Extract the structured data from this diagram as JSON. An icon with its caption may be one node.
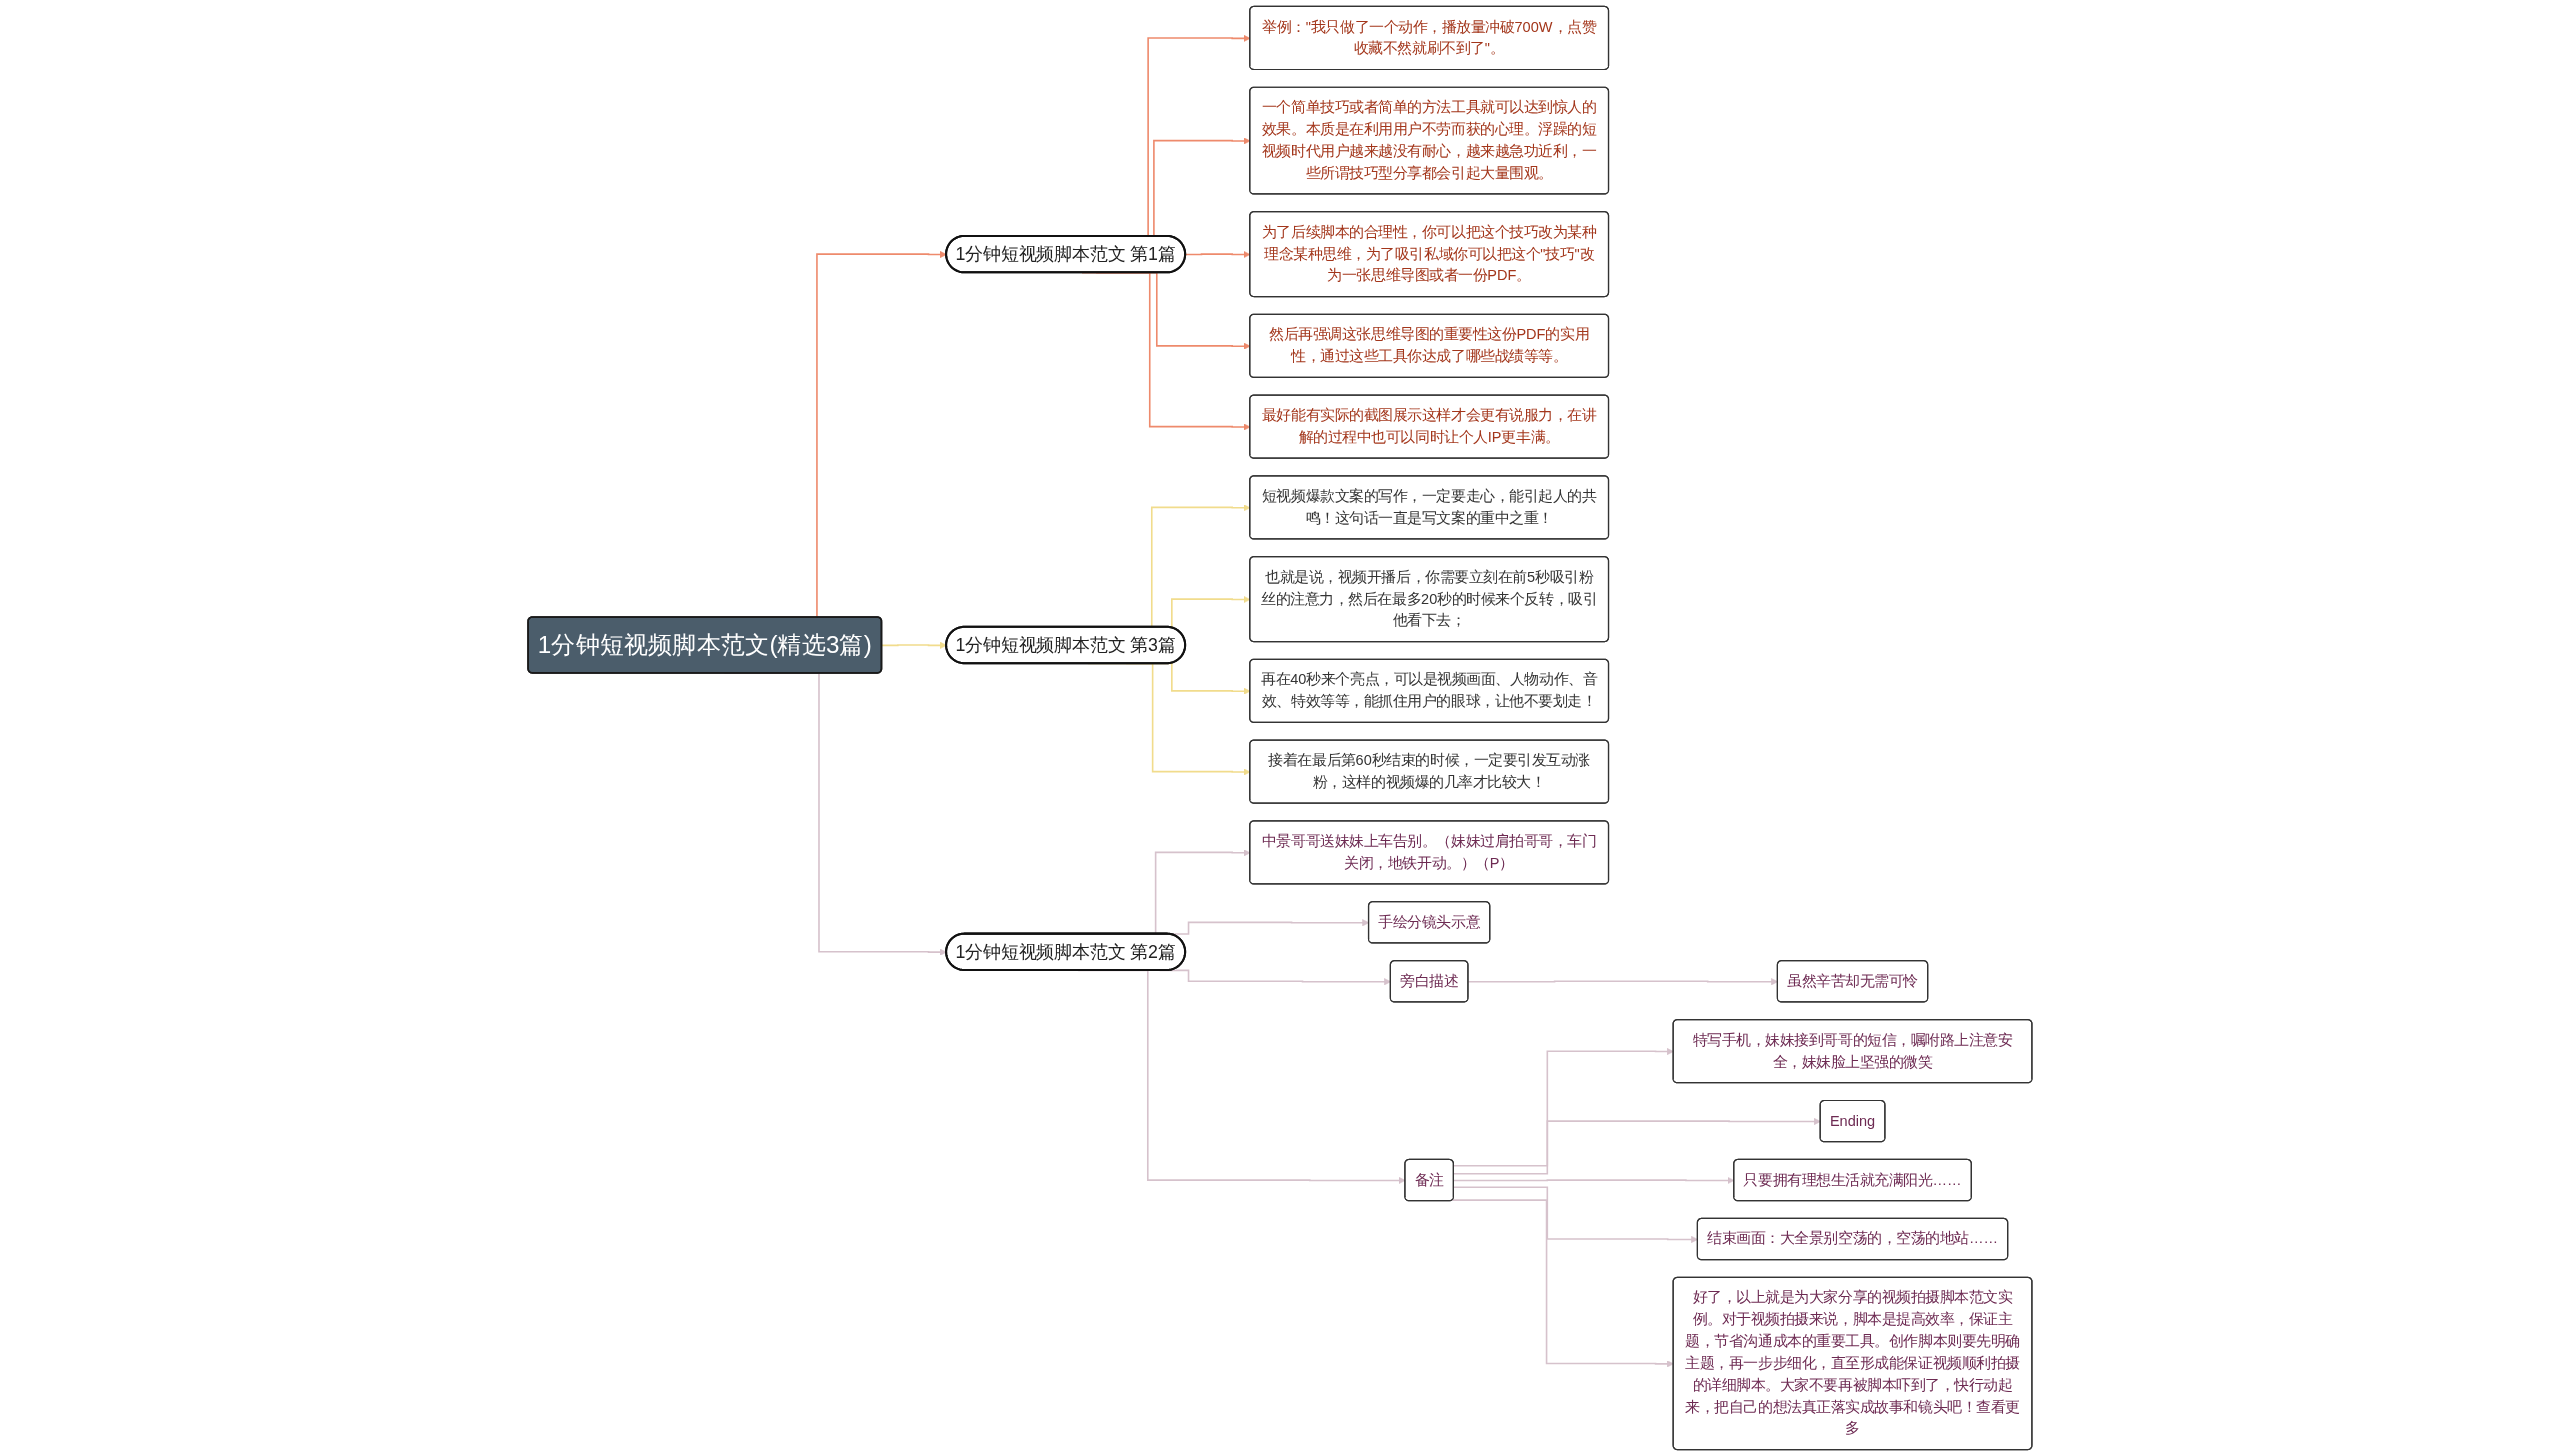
{
  "diagram": {
    "nodes": [
      {
        "text": [
          "1分钟短视频脚本范文(精选3篇)"
        ]
      },
      {
        "text": [
          "1分钟短视频脚本范文 第1篇"
        ]
      },
      {
        "text": [
          "举例：\"我只做了一个动作，播放量冲破700W，点赞收藏不然就刷不到了\"。"
        ]
      },
      {
        "text": [
          "一个简单技巧或者简单的方法工具就可以达到惊人的效果。本质是在利用用户不劳而获的心理。浮躁的短视频时代用户越来越没有耐心，越来越急功近利，一些所谓技巧型分享都会引起大量围观。"
        ]
      },
      {
        "text": [
          "为了后续脚本的合理性，你可以把这个技巧改为某种理念某种思维，为了吸引私域你可以把这个\"技巧\"改为一张思维导图或者一份PDF。"
        ]
      },
      {
        "text": [
          "然后再强调这张思维导图的重要性这份PDF的实用性，通过这些工具你达成了哪些战绩等等。"
        ]
      },
      {
        "text": [
          "最好能有实际的截图展示这样才会更有说服力，在讲解的过程中也可以同时让个人IP更丰满。"
        ]
      },
      {
        "text": [
          "1分钟短视频脚本范文 第2篇"
        ]
      },
      {
        "text": [
          "中景哥哥送妹妹上车告别。（妹妹过肩拍哥哥，车门关闭，地铁开动。）（P）"
        ]
      },
      {
        "text": [
          "手绘分镜头示意"
        ]
      },
      {
        "text": [
          "旁白描述"
        ]
      },
      {
        "text": [
          "虽然辛苦却无需可怜"
        ]
      },
      {
        "text": [
          "备注"
        ]
      },
      {
        "text": [
          "特写手机，妹妹接到哥哥的短信，嘱咐路上注意安全，妹妹脸上坚强的微笑"
        ]
      },
      {
        "text": [
          "Ending"
        ]
      },
      {
        "text": [
          "只要拥有理想生活就充满阳光……"
        ]
      },
      {
        "text": [
          "结束画面：大全景别空荡的，空荡的地站……"
        ]
      },
      {
        "text": [
          "好了，以上就是为大家分享的视频拍摄脚本范文实例。对于视频拍摄来说，脚本是提高效率，保证主题，节省沟通成本的重要工具。创作脚本则要先明确主题，再一步步细化，直至形成能保证视频顺利拍摄的详细脚本。大家不要再被脚本吓到了，快行动起来，把自己的想法真正落实成故事和镜头吧！查看更多"
        ]
      },
      {
        "text": [
          "1分钟短视频脚本范文 第3篇"
        ]
      },
      {
        "text": [
          "短视频爆款文案的写作，一定要走心，能引起人的共鸣！这句话一直是写文案的重中之重！"
        ]
      },
      {
        "text": [
          "也就是说，视频开播后，你需要立刻在前5秒吸引粉丝的注意力，然后在最多20秒的时候来个反转，吸引他看下去；"
        ]
      },
      {
        "text": [
          "再在40秒来个亮点，可以是视频画面、人物动作、音效、特效等等，能抓住用户的眼球，让他不要划走！"
        ]
      },
      {
        "text": [
          "接着在最后第60秒结束的时候，一定要引发互动涨粉，这样的视频爆的几率才比较大！"
        ]
      }
    ],
    "edges": [
      {
        "from": 0,
        "to": 1,
        "arrow": "to",
        "color": "#ee8a6c"
      },
      {
        "from": 1,
        "to": 2,
        "arrow": "to",
        "color": "#ee8a6c"
      },
      {
        "from": 1,
        "to": 3,
        "arrow": "to",
        "color": "#ee8a6c"
      },
      {
        "from": 1,
        "to": 4,
        "arrow": "to",
        "color": "#ee8a6c"
      },
      {
        "from": 1,
        "to": 5,
        "arrow": "to",
        "color": "#ee8a6c"
      },
      {
        "from": 1,
        "to": 6,
        "arrow": "to",
        "color": "#ee8a6c"
      },
      {
        "from": 0,
        "to": 7,
        "arrow": "to"
      },
      {
        "from": 7,
        "to": 8,
        "arrow": "to"
      },
      {
        "from": 7,
        "to": 9,
        "arrow": "to"
      },
      {
        "from": 7,
        "to": 10,
        "arrow": "to"
      },
      {
        "from": 10,
        "to": 11,
        "arrow": "to"
      },
      {
        "from": 7,
        "to": 12,
        "arrow": "to"
      },
      {
        "from": 12,
        "to": 13,
        "arrow": "to"
      },
      {
        "from": 12,
        "to": 14,
        "arrow": "to"
      },
      {
        "from": 12,
        "to": 15,
        "arrow": "to"
      },
      {
        "from": 12,
        "to": 16,
        "arrow": "to"
      },
      {
        "from": 12,
        "to": 17,
        "arrow": "to"
      },
      {
        "from": 0,
        "to": 18,
        "arrow": "to",
        "color": "#f1dc8c"
      },
      {
        "from": 18,
        "to": 19,
        "arrow": "to",
        "color": "#f1dc8c"
      },
      {
        "from": 18,
        "to": 20,
        "arrow": "to",
        "color": "#f1dc8c"
      },
      {
        "from": 18,
        "to": 21,
        "arrow": "to",
        "color": "#f1dc8c"
      },
      {
        "from": 18,
        "to": 22,
        "arrow": "to",
        "color": "#f1dc8c"
      }
    ]
  }
}
